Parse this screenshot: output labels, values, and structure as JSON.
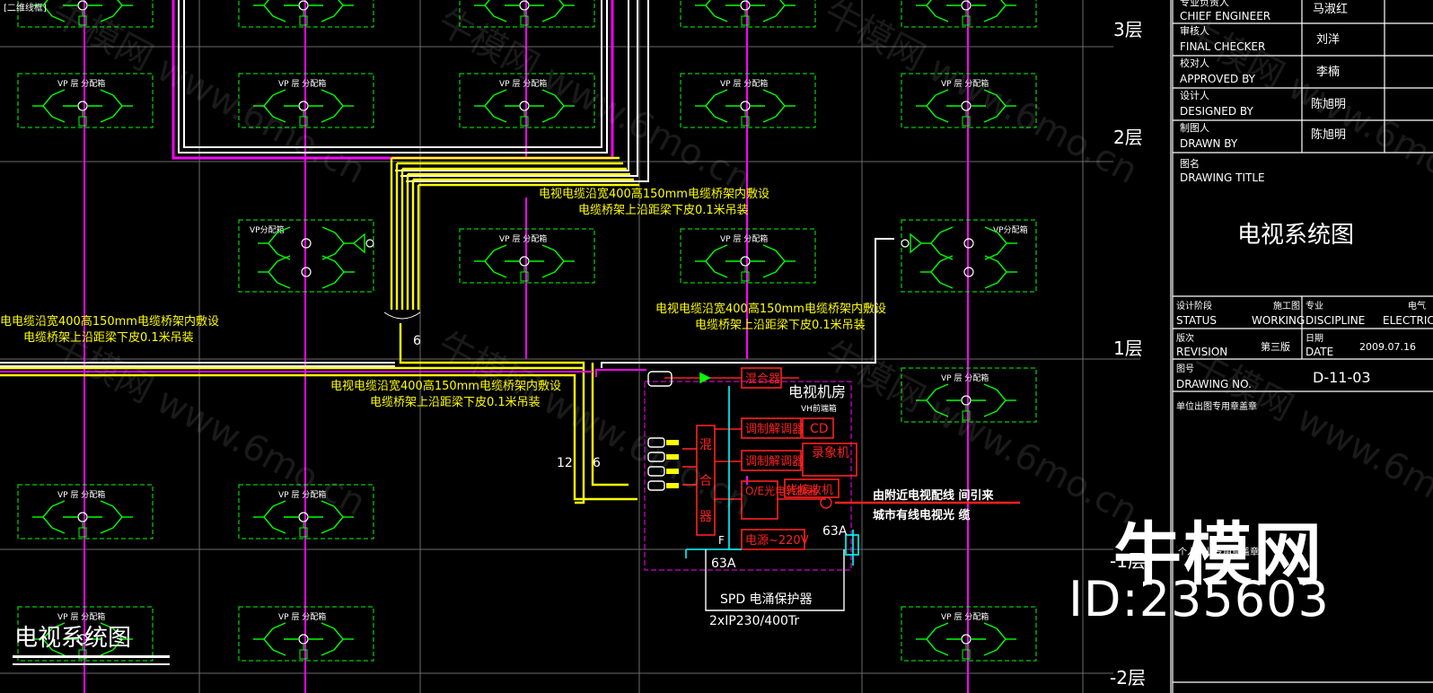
{
  "corner_label": "[二维线框]",
  "floors": [
    "3层",
    "2层",
    "1层",
    "-1层",
    "-2层"
  ],
  "box_labels": {
    "vp": "VP 层 分配箱",
    "vp_amp": "VP分配箱",
    "vh": "VH前端箱"
  },
  "cable_notes": [
    {
      "line1": "电视电缆沿宽400高150mm电缆桥架内敷设",
      "line2": "电缆桥架上沿距梁下皮0.1米吊装"
    },
    {
      "line1": "电视电缆沿宽400高150mm电缆桥架内敷设",
      "line2": "电缆桥架上沿距梁下皮0.1米吊装"
    },
    {
      "line1": "电视电缆沿宽400高150mm电缆桥架内敷设",
      "line2": "电缆桥架上沿距梁下皮0.1米吊装"
    },
    {
      "line1": "电电缆沿宽400高150mm电缆桥架内敷设",
      "line2": "电缆桥架上沿距梁下皮0.1米吊装"
    }
  ],
  "counts": [
    "6",
    "12",
    "6"
  ],
  "room": {
    "title": "电视机房",
    "mixer": "混合器",
    "modulator": "调制解调器",
    "cd": "CD",
    "vcr": "录象机",
    "big_mixer": [
      "混",
      "合",
      "器"
    ],
    "oe_converter": "O/E光电转换器",
    "optical_receiver": "光接收机",
    "power": "电源~220V",
    "breaker_left": "63A",
    "breaker_right": "63A",
    "fuse": "F"
  },
  "source_note": {
    "line1": "由附近电视配线 间引来",
    "line2": "城市有线电视光 缆"
  },
  "spd": {
    "line1": "SPD 电涌保护器",
    "line2": "2xIP230/400Tr"
  },
  "title_block": {
    "rows": [
      {
        "cn": "专业负责人",
        "en": "CHIEF ENGINEER",
        "name": "马淑红"
      },
      {
        "cn": "审核人",
        "en": "FINAL CHECKER",
        "name": "刘洋"
      },
      {
        "cn": "校对人",
        "en": "APPROVED BY",
        "name": "李楠"
      },
      {
        "cn": "设计人",
        "en": "DESIGNED BY",
        "name": "陈旭明"
      },
      {
        "cn": "制图人",
        "en": "DRAWN BY",
        "name": "陈旭明"
      }
    ],
    "drawing_title_cn": "图名",
    "drawing_title_en": "DRAWING TITLE",
    "drawing_title": "电视系统图",
    "status_cn": "设计阶段",
    "status_en": "STATUS",
    "status_val_cn": "施工图",
    "status_val_en": "WORKING",
    "discipline_cn": "专业",
    "discipline_en": "DISCIPLINE",
    "discipline_val_cn": "电气",
    "discipline_val_en": "ELECTRICITY",
    "revision_cn": "版次",
    "revision_en": "REVISION",
    "revision_val": "第三版",
    "date_cn": "日期",
    "date_en": "DATE",
    "date_val": "2009.07.16",
    "drawing_no_cn": "图号",
    "drawing_no_en": "DRAWING NO.",
    "drawing_no": "D-11-03",
    "note1": "单位出图专用章盖章",
    "note2": "个人执业专用章盖章"
  },
  "sheet_title": "电视系统图",
  "watermark": {
    "brand": "牛模网",
    "id": "ID:235603",
    "site": "牛模网 www.6mo.cn"
  },
  "colors": {
    "magenta": "#ff00ff",
    "yellow": "#ffff00",
    "green": "#00ff00",
    "red": "#ff2020",
    "cyan": "#00ffff",
    "white": "#ffffff"
  }
}
